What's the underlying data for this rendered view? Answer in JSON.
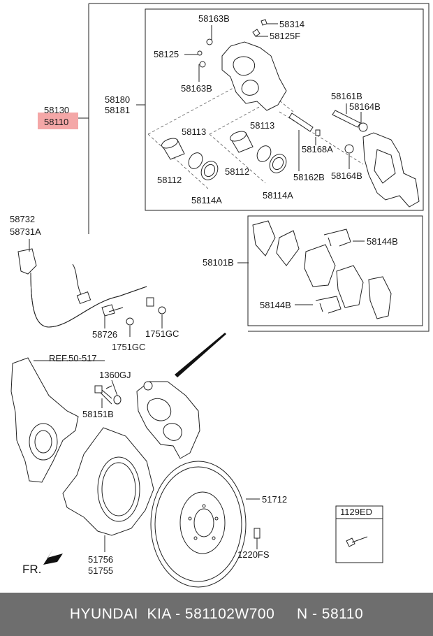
{
  "diagram": {
    "labels": {
      "p58163B_top": "58163B",
      "p58314": "58314",
      "p58125F": "58125F",
      "p58125": "58125",
      "p58163B_mid": "58163B",
      "p58180": "58180",
      "p58181": "58181",
      "p58130": "58130",
      "p58110": "58110",
      "p58161B": "58161B",
      "p58164B_top": "58164B",
      "p58113_left": "58113",
      "p58113_right": "58113",
      "p58168A": "58168A",
      "p58112_left": "58112",
      "p58112_right": "58112",
      "p58162B": "58162B",
      "p58164B_bot": "58164B",
      "p58114A_left": "58114A",
      "p58114A_right": "58114A",
      "p58732": "58732",
      "p58731A": "58731A",
      "p58144B_top": "58144B",
      "p58101B": "58101B",
      "p58144B_bot": "58144B",
      "p58726": "58726",
      "p1751GC_right": "1751GC",
      "p1751GC_left": "1751GC",
      "ref": "REF.50-517",
      "p1360GJ": "1360GJ",
      "p58151B": "58151B",
      "p51712": "51712",
      "p1129ED": "1129ED",
      "p1220FS": "1220FS",
      "p51756": "51756",
      "p51755": "51755",
      "front": "FR."
    },
    "highlight_color": "#f08a8a",
    "line_color": "#222222"
  },
  "footer": {
    "text": "HYUNDAI  KIA - 581102W700     N - 58110"
  }
}
